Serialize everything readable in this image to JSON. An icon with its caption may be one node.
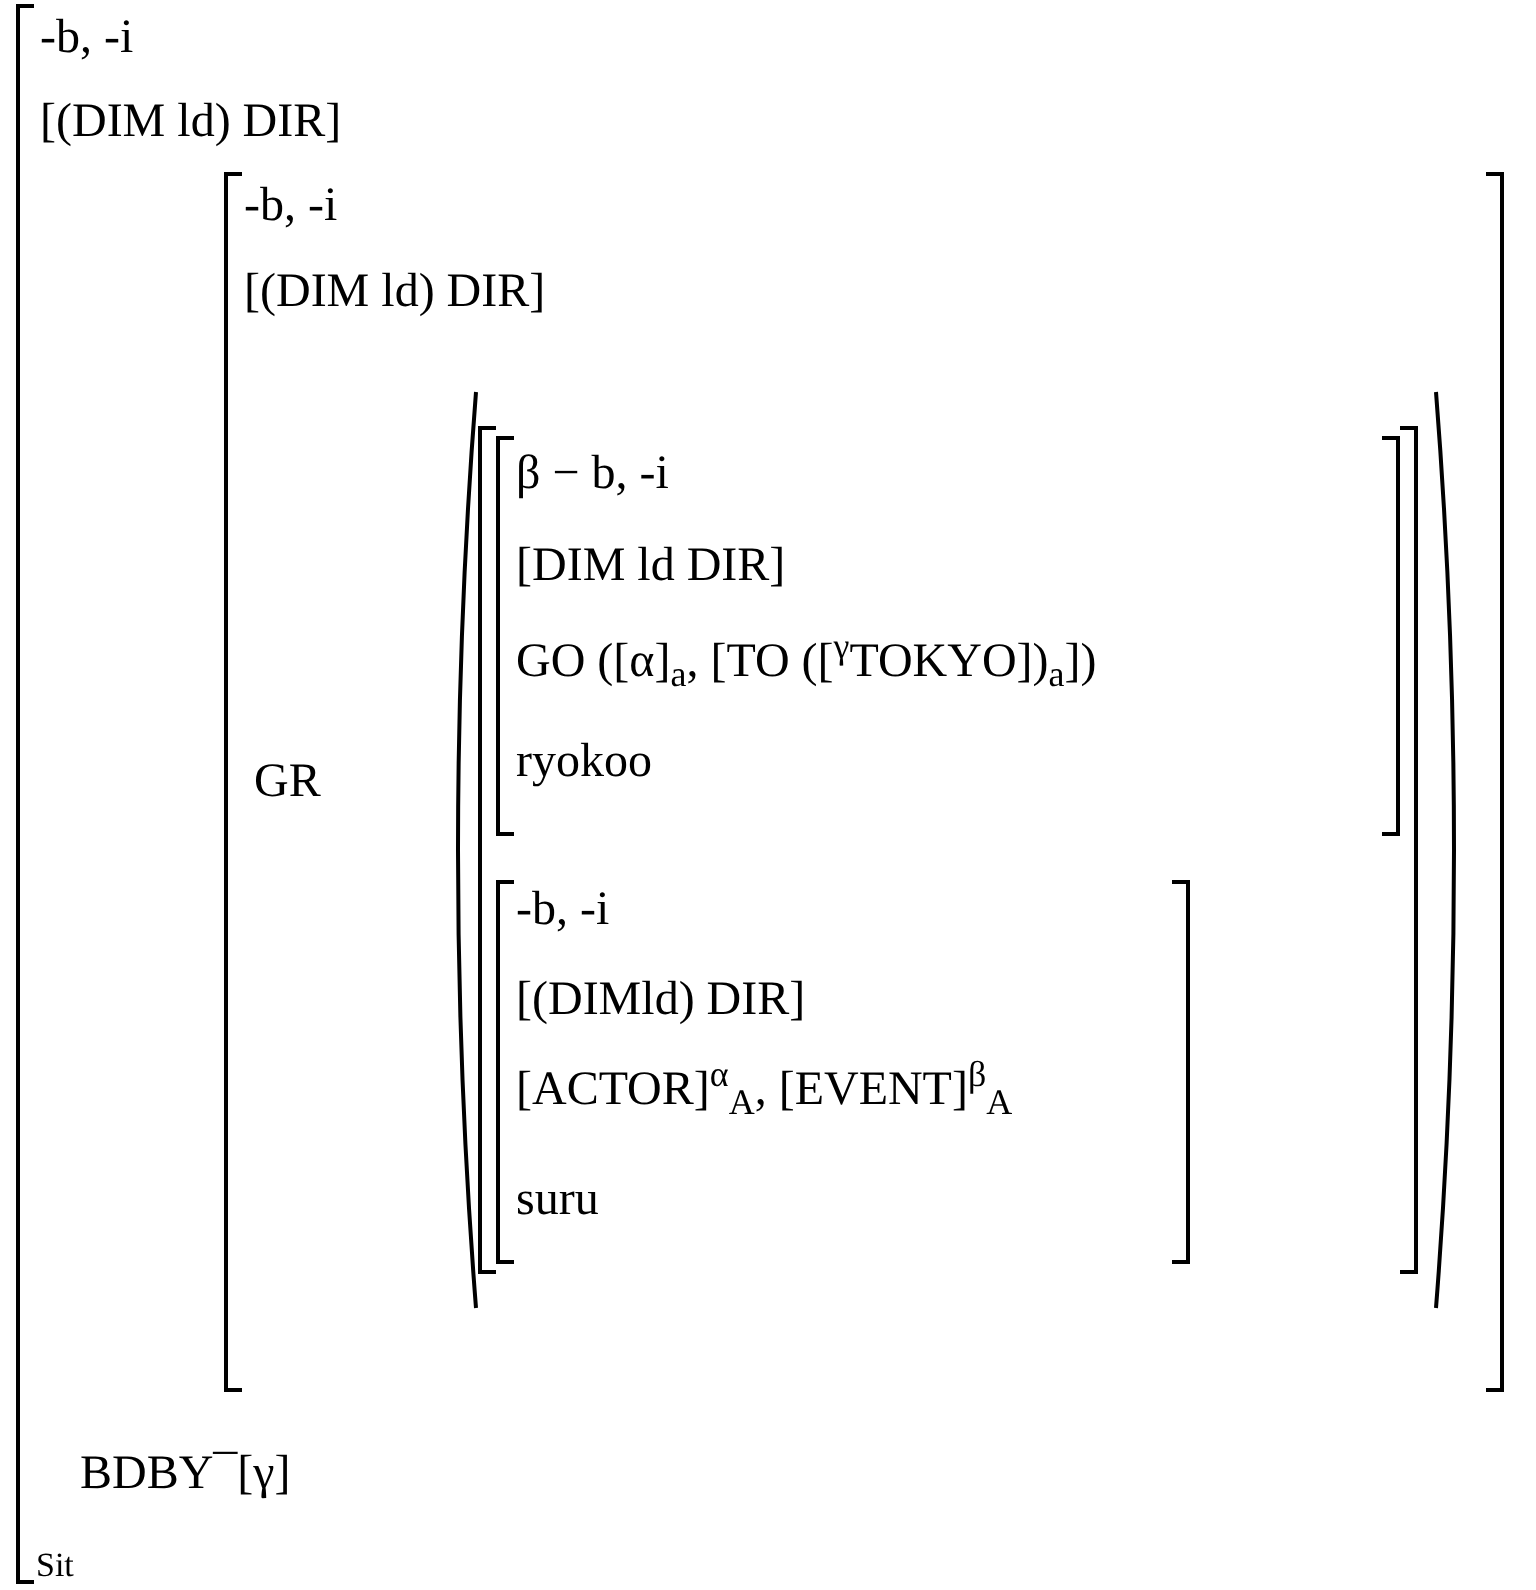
{
  "diagram": {
    "nodes": [
      {
        "text": [
          "-b, -i",
          "[(DIM ld) DIR]",
          "BDBY¯[γ]",
          "Sit"
        ]
      },
      {
        "text": [
          "-b, -i",
          "[(DIM ld) DIR]"
        ],
        "in": 0
      },
      {
        "text": [
          "GR"
        ],
        "in": 1
      },
      {
        "text": [
          "β − b, -i",
          "[DIM ld DIR]",
          "GO ([α]$_{a}$, [TO ([$^{γ}$TOKYO])$_{a}$])",
          "ryokoo"
        ],
        "in": 2
      },
      {
        "text": [
          "-b, -i",
          "[(DIMld) DIR]",
          "[ACTOR]$^{α}$$_{A}$, [EVENT]$^{β}$$_{A}$",
          "suru"
        ],
        "in": 2
      }
    ]
  }
}
